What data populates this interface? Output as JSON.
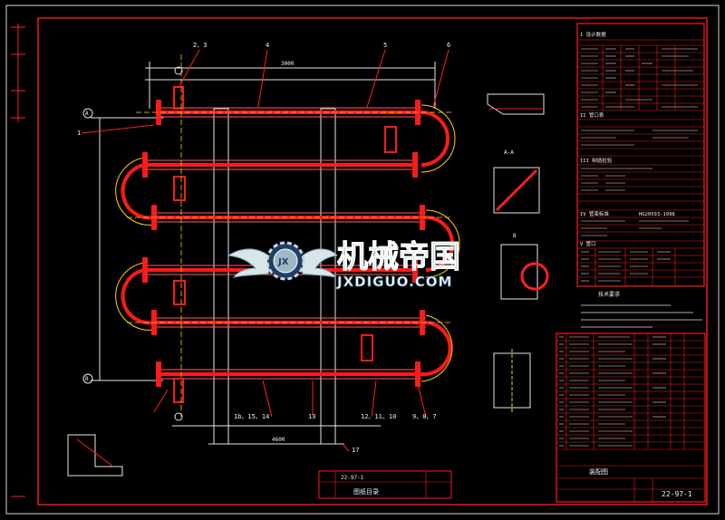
{
  "watermark": {
    "brand_cn": "机械帝国",
    "brand_en": "JXDIGUO.COM",
    "emblem_text": "JX"
  },
  "drawing": {
    "callouts_top": [
      "2、3",
      "4",
      "5",
      "6"
    ],
    "callouts_bottom": [
      "1b、15、14",
      "13",
      "12、11、10",
      "9、8、7"
    ],
    "callout_left": "1",
    "callout_bottom_mid": "17",
    "circle_marks": [
      "A",
      "B"
    ],
    "dims": [
      "3000",
      "4600"
    ]
  },
  "spec_panel": {
    "section_1": "I 设计数据",
    "section_2": "II 管口表",
    "section_3": "III 制造检验",
    "section_4": "IV 管束标准",
    "standard": "HG20593-1998",
    "section_5": "V 管口",
    "notes_title": "技术要求",
    "title_block_label": "装配图",
    "drawing_number": "22-97-1"
  },
  "index_box": {
    "number": "22-97-1",
    "title": "图纸目录"
  },
  "details": {
    "detail_a": "A-A",
    "detail_b": "B"
  }
}
